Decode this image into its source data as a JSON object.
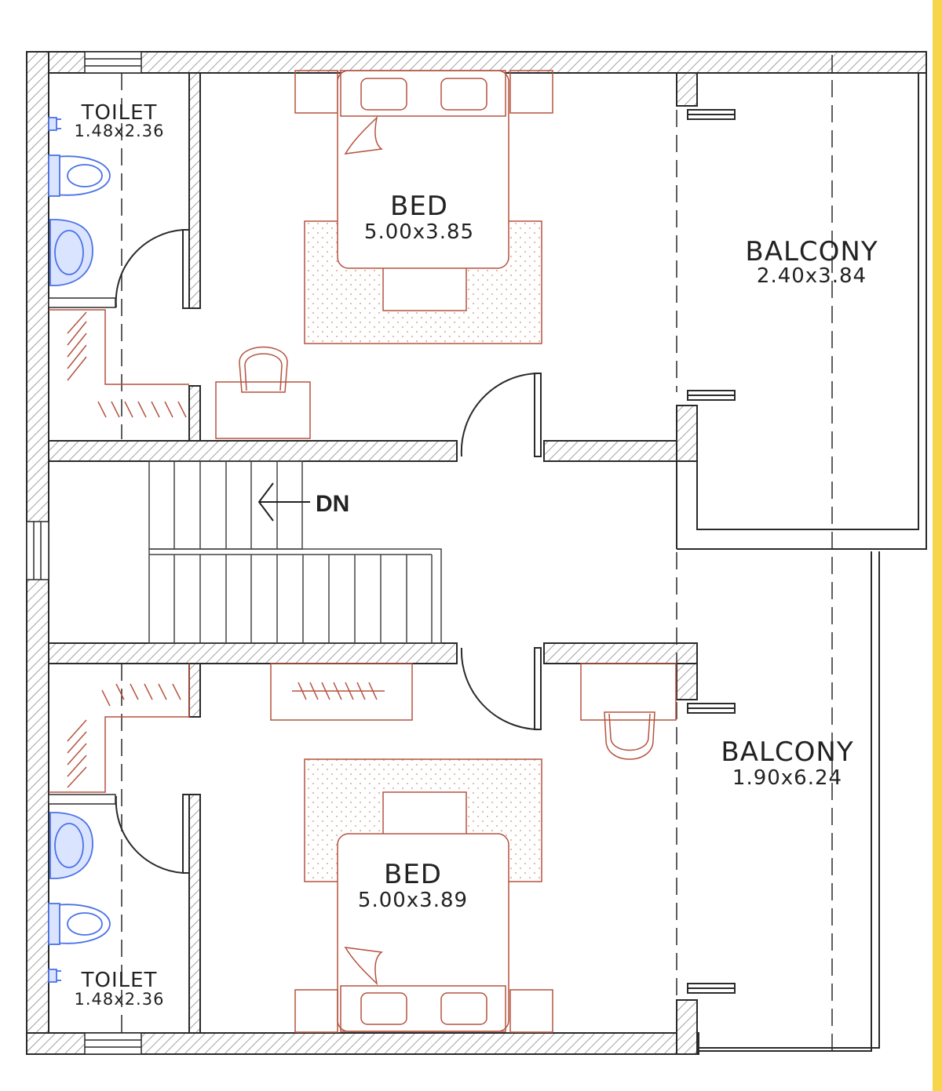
{
  "colors": {
    "wall": "#2a2a2a",
    "hatch": "#8a8a8a",
    "furniture": "#b5523e",
    "fixtures": "#4a72e8",
    "edge_strip": "#f7d54a"
  },
  "rooms": {
    "toilet_top": {
      "name": "TOILET",
      "size": "1.48x2.36"
    },
    "bed_top": {
      "name": "BED",
      "size": "5.00x3.85"
    },
    "balcony_top": {
      "name": "BALCONY",
      "size": "2.40x3.84"
    },
    "stair": {
      "direction": "DN"
    },
    "bed_bottom": {
      "name": "BED",
      "size": "5.00x3.89"
    },
    "balcony_bottom": {
      "name": "BALCONY",
      "size": "1.90x6.24"
    },
    "toilet_bottom": {
      "name": "TOILET",
      "size": "1.48x2.36"
    }
  }
}
